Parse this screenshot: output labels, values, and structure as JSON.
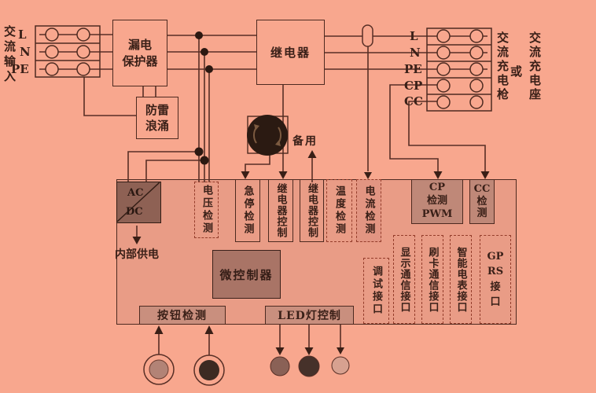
{
  "labels": {
    "ac_input": "交流输入",
    "left_terminals": [
      "L",
      "N",
      "PE"
    ],
    "leakage_protector": "漏电\n保护器",
    "surge_protector": "防雷\n浪涌",
    "relay": "继电器",
    "spare": "备用",
    "right_terminals": [
      "L",
      "N",
      "PE",
      "CP",
      "CC"
    ],
    "charging_gun": "交流充电枪",
    "or": "或",
    "charging_socket": "交流充电座",
    "acdc_top": "AC",
    "acdc_bottom": "DC",
    "internal_power": "内部供电",
    "mcu": "微控制器",
    "button_detect": "按钮检测",
    "led_control": "LED灯控制",
    "modules_top": [
      {
        "label": "电压检测"
      },
      {
        "label": "急停检测"
      },
      {
        "label": "继电器控制"
      },
      {
        "label": "继电器控制"
      },
      {
        "label": "温度检测"
      },
      {
        "label": "电流检测"
      }
    ],
    "cp_module": "CP\n检测\nPWM",
    "cc_module": "CC\n检\n测",
    "interfaces": [
      {
        "label": "调试接口"
      },
      {
        "label": "显示通信接口"
      },
      {
        "label": "刷卡通信接口"
      },
      {
        "label": "智能电表接口"
      }
    ],
    "gprs": "GP\nRS\n接\n口"
  },
  "colors": {
    "background": "#f8a78e",
    "board_fill": "#e99c86",
    "acdc_fill": "#8e6154",
    "mcu_fill": "#a97466",
    "cp_cc_fill": "#bf8878",
    "button_led_fill": "#c98f7e",
    "current_module_fill": "#e29582",
    "wire": "#582f26",
    "text": "#3a2018",
    "dashed_border": "#943d2b",
    "estop_button": "#2b1a12",
    "button1_inner": "#b28376",
    "button2_inner": "#3c2a22",
    "led1": "#8a6156",
    "led2": "#46312a",
    "led3": "#d7a190"
  }
}
